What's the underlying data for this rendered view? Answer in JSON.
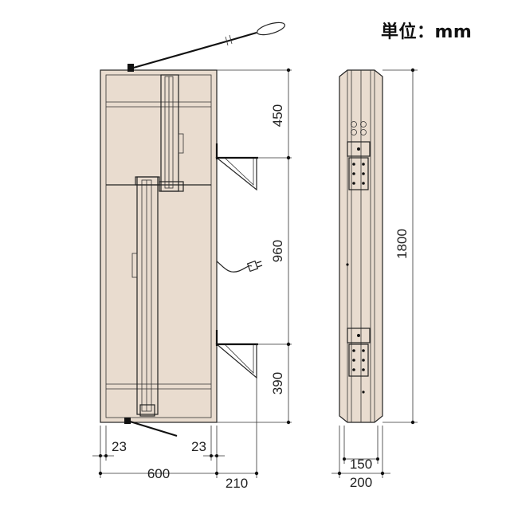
{
  "unit_label": "単位：mm",
  "dimensions": {
    "upper_gap": "450",
    "middle_gap": "960",
    "lower_gap": "390",
    "side_margin_left": "23",
    "side_margin_right": "23",
    "width": "600",
    "bracket_depth": "210",
    "height": "1800",
    "depth_inner": "150",
    "depth_outer": "200"
  },
  "colors": {
    "panel_fill": "#e9dccf",
    "line": "#222222"
  }
}
